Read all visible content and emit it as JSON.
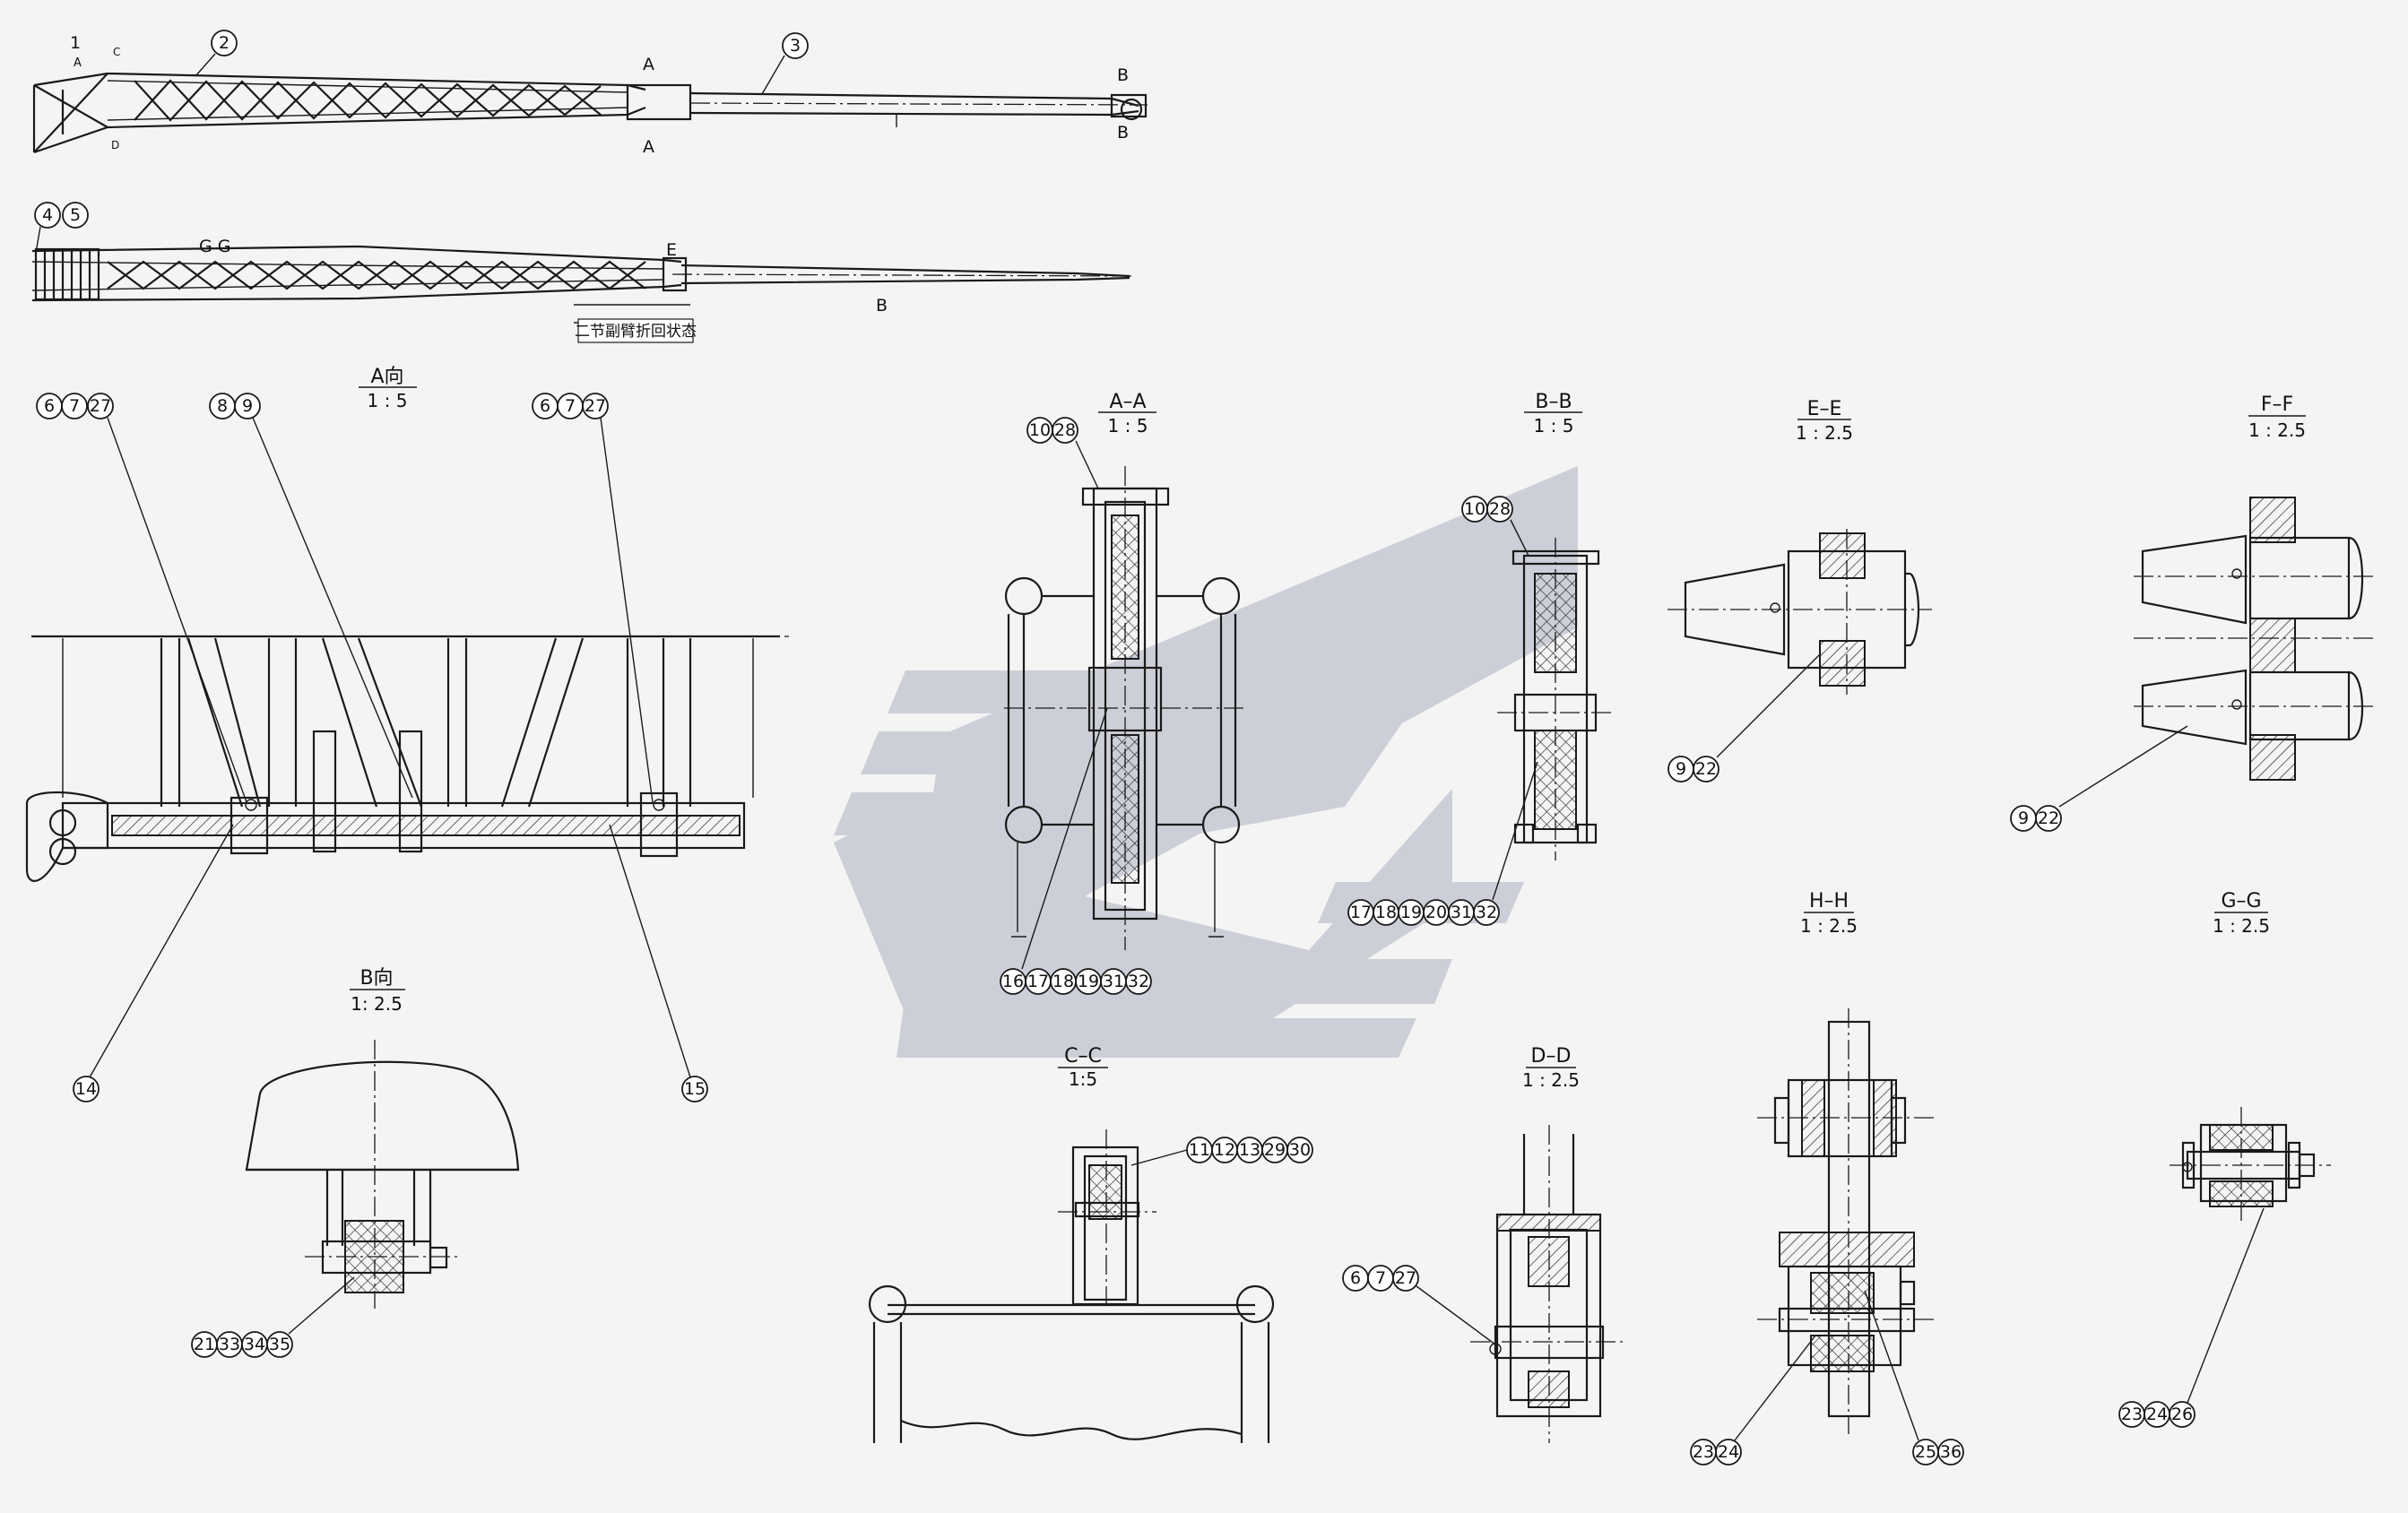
{
  "overview": {
    "labels": [
      "1",
      "A",
      "C",
      "D",
      "A",
      "A",
      "B",
      "B",
      "G G",
      "E",
      "B"
    ],
    "part_bubbles_top": [
      "2",
      "3"
    ],
    "part_bubbles_left": [
      "4",
      "5"
    ],
    "fold_note": "二节副臂折回状态"
  },
  "views": {
    "a_dir": {
      "title": "A向",
      "scale": "1 : 5",
      "callouts": [
        "6",
        "7",
        "27",
        "8",
        "9",
        "6",
        "7",
        "27",
        "14",
        "15"
      ]
    },
    "aa": {
      "title": "A–A",
      "scale": "1 : 5",
      "callouts": [
        "10",
        "28",
        "16",
        "17",
        "18",
        "19",
        "31",
        "32"
      ]
    },
    "bb": {
      "title": "B–B",
      "scale": "1 : 5",
      "callouts": [
        "10",
        "28",
        "17",
        "18",
        "19",
        "20",
        "31",
        "32"
      ]
    },
    "ee": {
      "title": "E–E",
      "scale": "1 : 2.5",
      "callouts": [
        "9",
        "22"
      ]
    },
    "ff": {
      "title": "F–F",
      "scale": "1 : 2.5",
      "callouts": [
        "9",
        "22"
      ]
    },
    "b_dir": {
      "title": "B向",
      "scale": "1: 2.5",
      "callouts": [
        "21",
        "33",
        "34",
        "35"
      ]
    },
    "cc": {
      "title": "C–C",
      "scale": "1:5",
      "callouts": [
        "11",
        "12",
        "13",
        "29",
        "30"
      ]
    },
    "dd": {
      "title": "D–D",
      "scale": "1 : 2.5",
      "callouts": [
        "6",
        "7",
        "27"
      ]
    },
    "hh": {
      "title": "H–H",
      "scale": "1 : 2.5",
      "callouts": [
        "23",
        "24",
        "25",
        "36"
      ]
    },
    "gg": {
      "title": "G–G",
      "scale": "1 : 2.5",
      "callouts": [
        "23",
        "24",
        "26"
      ]
    }
  },
  "colors": {
    "line": "#1a1a1a",
    "background": "#f4f4f4",
    "watermark": "#c9cbd6"
  }
}
